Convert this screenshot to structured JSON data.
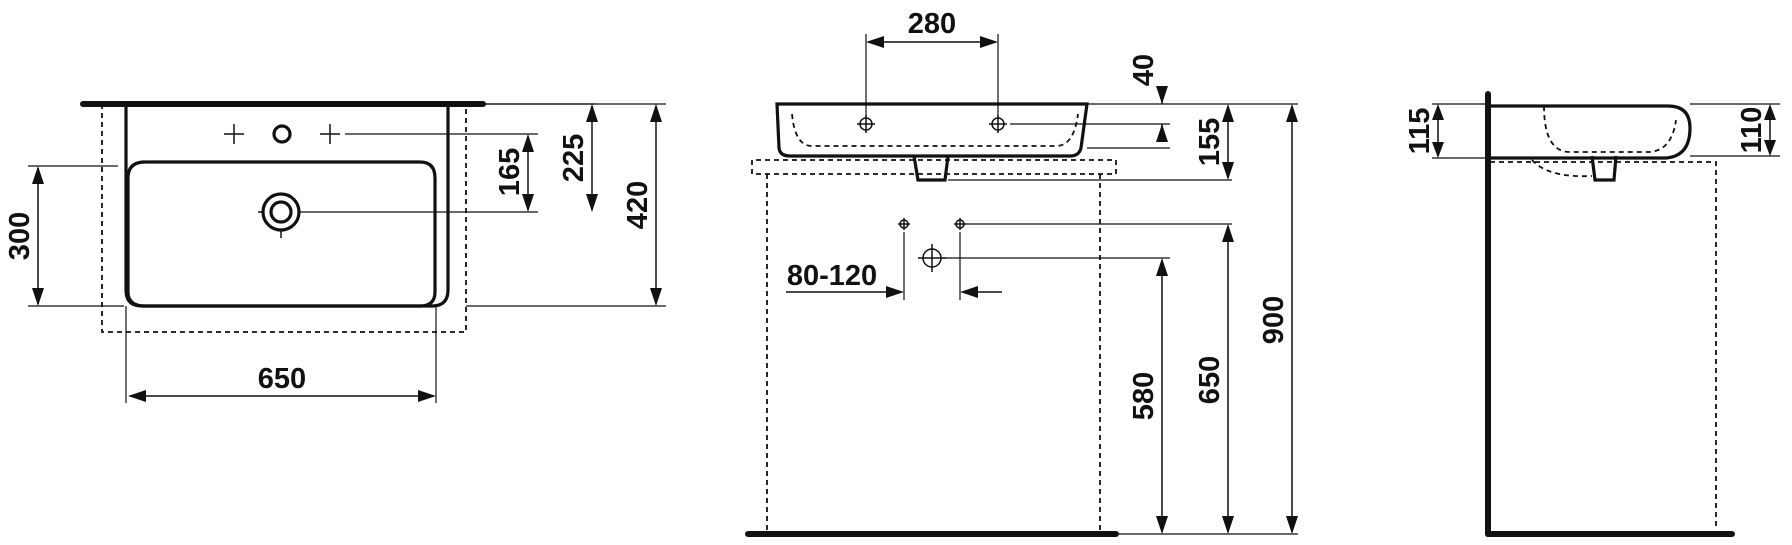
{
  "dimensions": {
    "plan_width": "650",
    "plan_bowl_depth": "300",
    "plan_hole_center": "165",
    "plan_tap_line": "225",
    "plan_total_depth": "420",
    "front_tap_spacing": "280",
    "front_rim": "40",
    "front_height": "155",
    "front_drain_offset": "80-120",
    "front_drain_height": "580",
    "front_supply_height": "650",
    "front_total_height": "900",
    "side_height": "115",
    "side_bowl_height": "110"
  }
}
